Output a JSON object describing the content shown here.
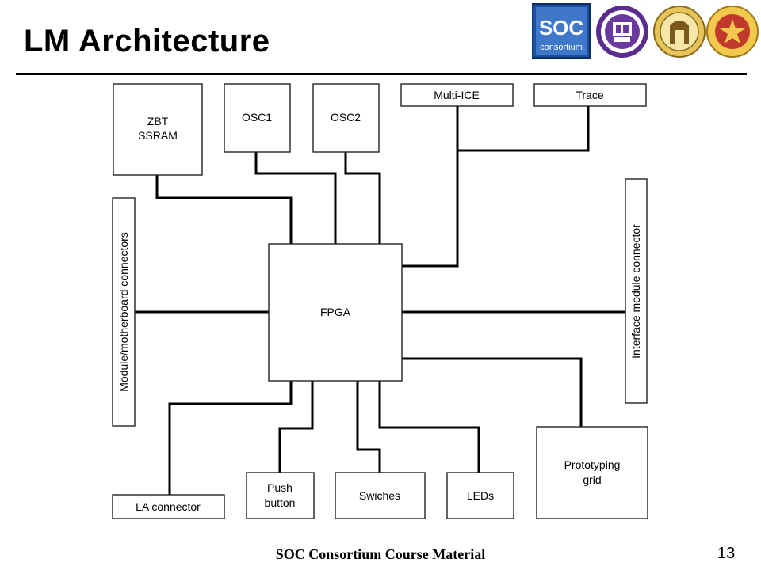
{
  "slide": {
    "title": "LM Architecture",
    "footer": "SOC Consortium Course Material",
    "page_number": "13"
  },
  "logos": {
    "soc_logo_text": "SOC",
    "soc_logo_subtext": "consortium"
  },
  "diagram": {
    "blocks": {
      "zbt_ssram": [
        "ZBT",
        "SSRAM"
      ],
      "osc1": "OSC1",
      "osc2": "OSC2",
      "multi_ice": "Multi-ICE",
      "trace": "Trace",
      "fpga": "FPGA",
      "module_connectors": "Module/motherboard connectors",
      "interface_connector": "Interface module connector",
      "la_connector": "LA connector",
      "push_button": [
        "Push",
        "button"
      ],
      "switches": "Swiches",
      "leds": "LEDs",
      "prototyping_grid": [
        "Prototyping",
        "grid"
      ]
    }
  }
}
